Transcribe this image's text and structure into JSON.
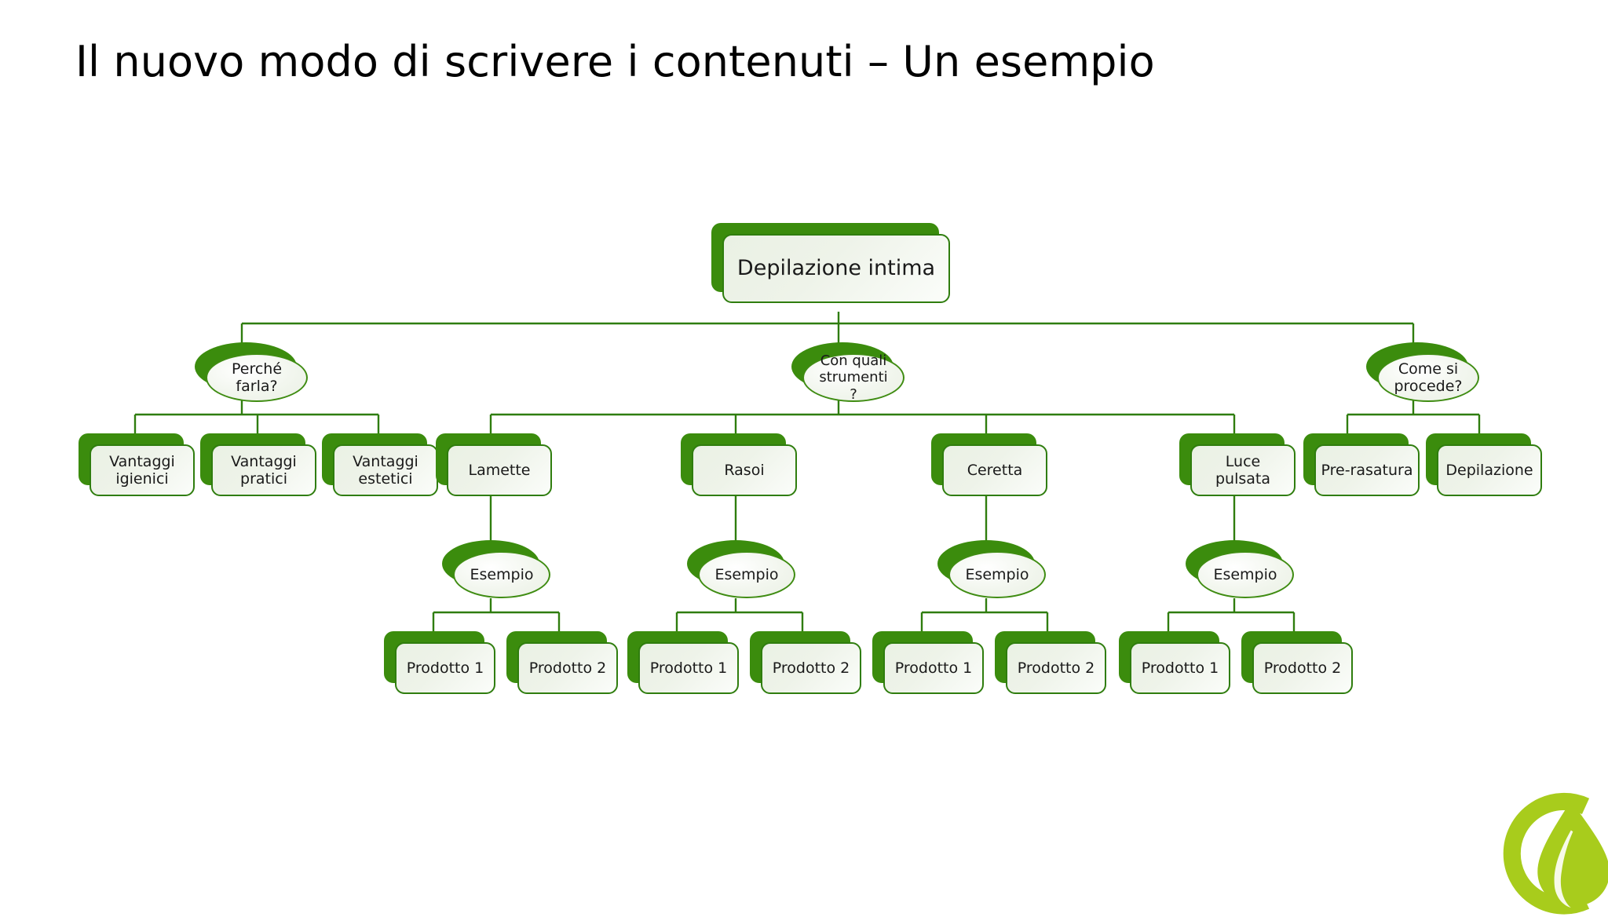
{
  "slide": {
    "title": "Il nuovo modo di scrivere i contenuti – Un esempio",
    "background": "#ffffff"
  },
  "colors": {
    "shadow_green": "#3b8c0d",
    "border_green": "#2f7d0e",
    "connector_green": "#2f7d0e",
    "node_fill": "#eef3e9",
    "logo_green": "#a8cc1c",
    "title_text": "#000000",
    "node_text": "#1a1a1a"
  },
  "diagram": {
    "type": "hierarchy-tree",
    "root": {
      "id": "root",
      "label": "Depilazione intima",
      "shape": "rect"
    },
    "level2": [
      {
        "id": "b1",
        "label": "Perché\nfarla?",
        "shape": "ellipse"
      },
      {
        "id": "b2",
        "label": "Con quali\nstrumenti\n?",
        "shape": "ellipse"
      },
      {
        "id": "b3",
        "label": "Come si\nprocede?",
        "shape": "ellipse"
      }
    ],
    "level3": [
      {
        "id": "l1",
        "parent": "b1",
        "label": "Vantaggi\nigienici",
        "shape": "rect"
      },
      {
        "id": "l2",
        "parent": "b1",
        "label": "Vantaggi\npratici",
        "shape": "rect"
      },
      {
        "id": "l3",
        "parent": "b1",
        "label": "Vantaggi\nestetici",
        "shape": "rect"
      },
      {
        "id": "l4",
        "parent": "b2",
        "label": "Lamette",
        "shape": "rect"
      },
      {
        "id": "l5",
        "parent": "b2",
        "label": "Rasoi",
        "shape": "rect"
      },
      {
        "id": "l6",
        "parent": "b2",
        "label": "Ceretta",
        "shape": "rect"
      },
      {
        "id": "l7",
        "parent": "b2",
        "label": "Luce pulsata",
        "shape": "rect"
      },
      {
        "id": "l8",
        "parent": "b3",
        "label": "Pre-rasatura",
        "shape": "rect"
      },
      {
        "id": "l9",
        "parent": "b3",
        "label": "Depilazione",
        "shape": "rect"
      }
    ],
    "level4": [
      {
        "id": "e1",
        "parent": "l4",
        "label": "Esempio",
        "shape": "ellipse"
      },
      {
        "id": "e2",
        "parent": "l5",
        "label": "Esempio",
        "shape": "ellipse"
      },
      {
        "id": "e3",
        "parent": "l6",
        "label": "Esempio",
        "shape": "ellipse"
      },
      {
        "id": "e4",
        "parent": "l7",
        "label": "Esempio",
        "shape": "ellipse"
      }
    ],
    "level5": [
      {
        "id": "p1",
        "parent": "e1",
        "label": "Prodotto 1",
        "shape": "rect"
      },
      {
        "id": "p2",
        "parent": "e1",
        "label": "Prodotto 2",
        "shape": "rect"
      },
      {
        "id": "p3",
        "parent": "e2",
        "label": "Prodotto 1",
        "shape": "rect"
      },
      {
        "id": "p4",
        "parent": "e2",
        "label": "Prodotto 2",
        "shape": "rect"
      },
      {
        "id": "p5",
        "parent": "e3",
        "label": "Prodotto 1",
        "shape": "rect"
      },
      {
        "id": "p6",
        "parent": "e3",
        "label": "Prodotto 2",
        "shape": "rect"
      },
      {
        "id": "p7",
        "parent": "e4",
        "label": "Prodotto 1",
        "shape": "rect"
      },
      {
        "id": "p8",
        "parent": "e4",
        "label": "Prodotto 2",
        "shape": "rect"
      }
    ]
  },
  "logo": {
    "name": "leaf-circle-logo",
    "color": "#a8cc1c"
  }
}
